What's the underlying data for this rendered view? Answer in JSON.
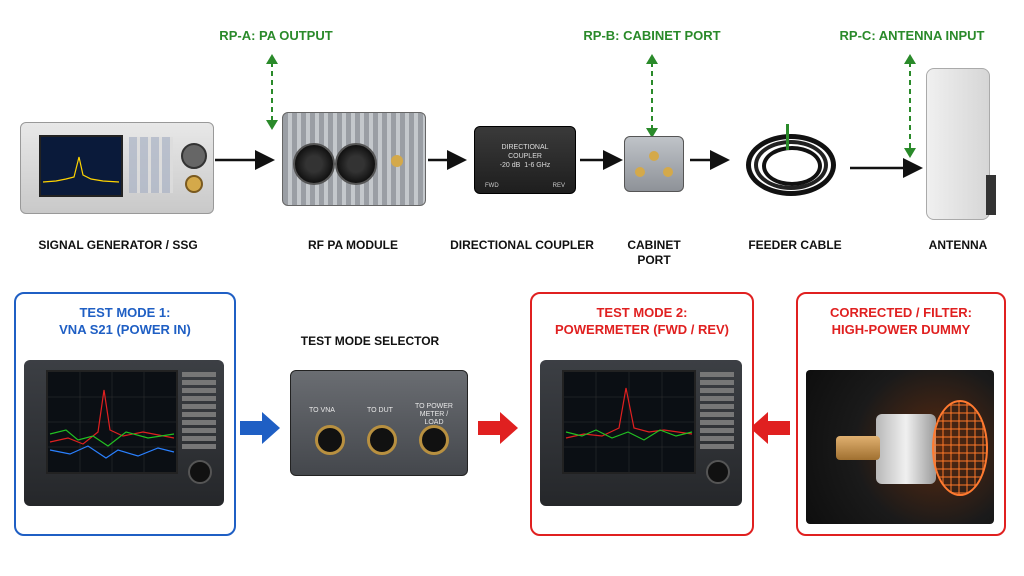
{
  "top_row": {
    "reference_points": [
      {
        "id": "rp-a",
        "label": "RP-A: PA OUTPUT"
      },
      {
        "id": "rp-b",
        "label": "RP-B: CABINET PORT"
      },
      {
        "id": "rp-c",
        "label": "RP-C: ANTENNA INPUT"
      }
    ],
    "devices": [
      {
        "id": "signal-generator",
        "label": "SIGNAL GENERATOR / SSG"
      },
      {
        "id": "rf-pa-module",
        "label": "RF PA MODULE"
      },
      {
        "id": "directional-coupler",
        "label": "DIRECTIONAL COUPLER"
      },
      {
        "id": "cabinet-port",
        "label_line1": "CABINET",
        "label_line2": "PORT"
      },
      {
        "id": "feeder-cable",
        "label": "FEEDER CABLE"
      },
      {
        "id": "antenna",
        "label": "ANTENNA"
      }
    ],
    "coupler_face": {
      "line1": "DIRECTIONAL",
      "line2": "COUPLER",
      "spec1": "-20 dB",
      "spec2": "1-6 GHz",
      "fwd": "FWD",
      "rev": "REV"
    }
  },
  "bottom_row": {
    "test_mode_1": {
      "line1": "TEST MODE 1:",
      "line2": "VNA S21 (POWER IN)",
      "color": "#1f5fc4"
    },
    "selector": {
      "title": "TEST MODE SELECTOR",
      "port1": "TO VNA",
      "port2": "TO DUT",
      "port3_line1": "TO POWER METER /",
      "port3_line2": "LOAD"
    },
    "test_mode_2": {
      "line1": "TEST MODE 2:",
      "line2": "POWERMETER (FWD / REV)",
      "color": "#e02020"
    },
    "corrected": {
      "line1": "CORRECTED / FILTER:",
      "line2": "HIGH-POWER DUMMY",
      "color": "#e02020"
    }
  },
  "colors": {
    "green_ref": "#2a8a2a",
    "blue_arrow": "#1f5fc4",
    "red_arrow": "#e02020"
  }
}
